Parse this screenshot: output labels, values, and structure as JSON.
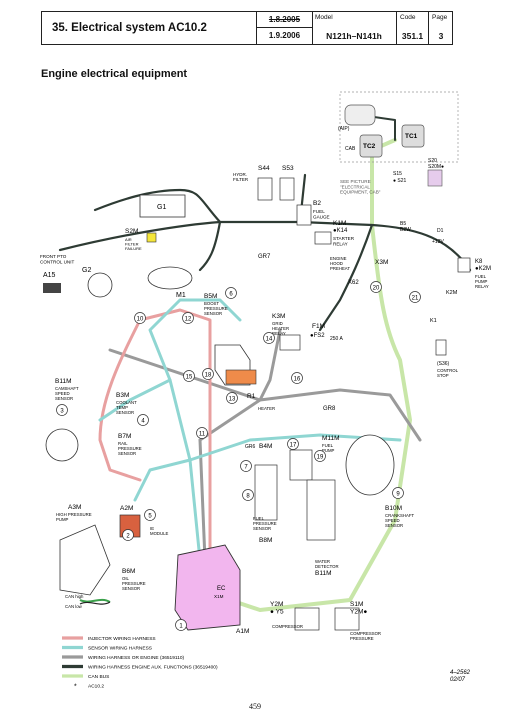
{
  "header": {
    "title": "35. Electrical system AC10.2",
    "date_old": "1.8.2005",
    "date_new": "1.9.2006",
    "model_label": "Model",
    "model_value": "N121h–N141h",
    "code_label": "Code",
    "code_value": "351.1",
    "page_label": "Page",
    "page_value": "3"
  },
  "section_title": "Engine electrical equipment",
  "components": {
    "g1": "G1",
    "g2": "G2",
    "a15": "A15",
    "front_pto": "FRONT PTO\nCONTROL UNIT",
    "s2m": "S2M",
    "s2m_desc": "AIR\nFILTER\nFAILURE",
    "m1": "M1",
    "gr7": "GR7",
    "s44": "S44",
    "s53": "S53",
    "hydr_filter": "HYDR.\nFILTER",
    "b2": "B2",
    "fuel_gauge": "FUEL\nGAUGE",
    "k1m": "K1M",
    "k14": "●K14",
    "starter_relay": "STARTER\nRELAY",
    "engine_hood": "ENGINE\nHOOD\nPREHEAT",
    "x3m": "X3M",
    "x62": "X62",
    "b5m": "B5M",
    "boost_sensor": "BOOST\nPRESSURE\nSENSOR",
    "k3m": "K3M",
    "grid_heater": "GRID\nHEATER\nRELAY",
    "f1m": "F1M",
    "fs2": "●FS2",
    "fuse_250a": "250 A",
    "r1": "R1",
    "heater": "HEATER",
    "b11m": "B11M",
    "camshaft": "CAMSHAFT\nSPEED\nSENSOR",
    "b3m": "B3M",
    "coolant": "COOLANT\nTEMP\nSENSOR",
    "b7m": "B7M",
    "rail_pressure": "RAIL\nPRESSURE\nSENSOR",
    "gr8": "GR8",
    "b4m": "B4M",
    "gr6": "GR6",
    "m11m": "M11M",
    "fuel_pump": "FUEL\nPUMP",
    "a3m": "A3M",
    "hp_pump": "HIGH PRESSURE\nPUMP",
    "a2m": "A2M",
    "ie_module": "IE\nMODULE",
    "fuel_pressure": "FUEL\nPRESSURE\nSENSOR",
    "b8m": "B8M",
    "b10m": "B10M",
    "crankshaft": "CRANKSHAFT\nSPEED\nSENSOR",
    "water_detector": "WATER\nDETECTOR",
    "b11m_water": "B11M",
    "b6m": "B6M",
    "oil_pressure": "OIL\nPRESSURE\nSENSOR",
    "ec": "EC",
    "x1m": "X1M",
    "a1m": "A1M",
    "y2m_y5": "Y2M\n● Y5",
    "compressor": "COMPRESSOR",
    "s1m": "S1M\nY2M●",
    "compressor_pressure": "COMPRESSOR\nPRESSURE",
    "k8": "K8",
    "k2m": "●K2M",
    "fuel_pump_relay": "FUEL\nPUMP\nRELAY",
    "k1": "K1",
    "k2m_right": "K2M",
    "s36": "(S36)",
    "control_stop": "CONTROL\nSTOP",
    "b5": "B5",
    "b2w": "B2W",
    "d1": "D1",
    "plus12v": "+12V",
    "tc1": "TC1",
    "tc2": "TC2",
    "see_picture": "SEE PICTURE\n\"ELECTRICAL\nEQUIPMENT, CAB\"",
    "cab": "CAB",
    "aip": "(AIP)",
    "s20": "S20",
    "s20m": "S20M●",
    "s15": "S15",
    "s21": "● S21",
    "can_high": "CAN high",
    "can_low": "CAN low"
  },
  "connector_numbers": [
    "1",
    "2",
    "3",
    "4",
    "5",
    "6",
    "7",
    "8",
    "9",
    "10",
    "11",
    "12",
    "13",
    "14",
    "15",
    "16",
    "17",
    "18",
    "19",
    "20",
    "21"
  ],
  "legend": [
    {
      "color": "#e8a0a0",
      "label": "INJECTOR WIRING HARNESS"
    },
    {
      "color": "#8fd6d2",
      "label": "SENSOR WIRING HARNESS"
    },
    {
      "color": "#9a9a9a",
      "label": "WIRING HARNESS OR ENGINE (36519110)"
    },
    {
      "color": "#2e3b34",
      "label": "WIRING HARNESS ENGINE AUX. FUNCTIONS (36519400)"
    },
    {
      "color": "#c8e6a8",
      "label": "CAN BUS"
    },
    {
      "color": "#222222",
      "label": "AC10.2",
      "symbol": "*"
    }
  ],
  "drawing_ref": "4–2562\n02/07",
  "page_number": "459",
  "colors": {
    "injector": "#e8a0a0",
    "sensor": "#8fd6d2",
    "engine_harness": "#9a9a9a",
    "aux_harness": "#2e3b34",
    "can_bus": "#c8e6a8",
    "ecu_highlight": "#f2b6ee",
    "heater_orange": "#ef8b4a",
    "a2m_red": "#d8613f",
    "yellow_highlight": "#f5e63a"
  }
}
